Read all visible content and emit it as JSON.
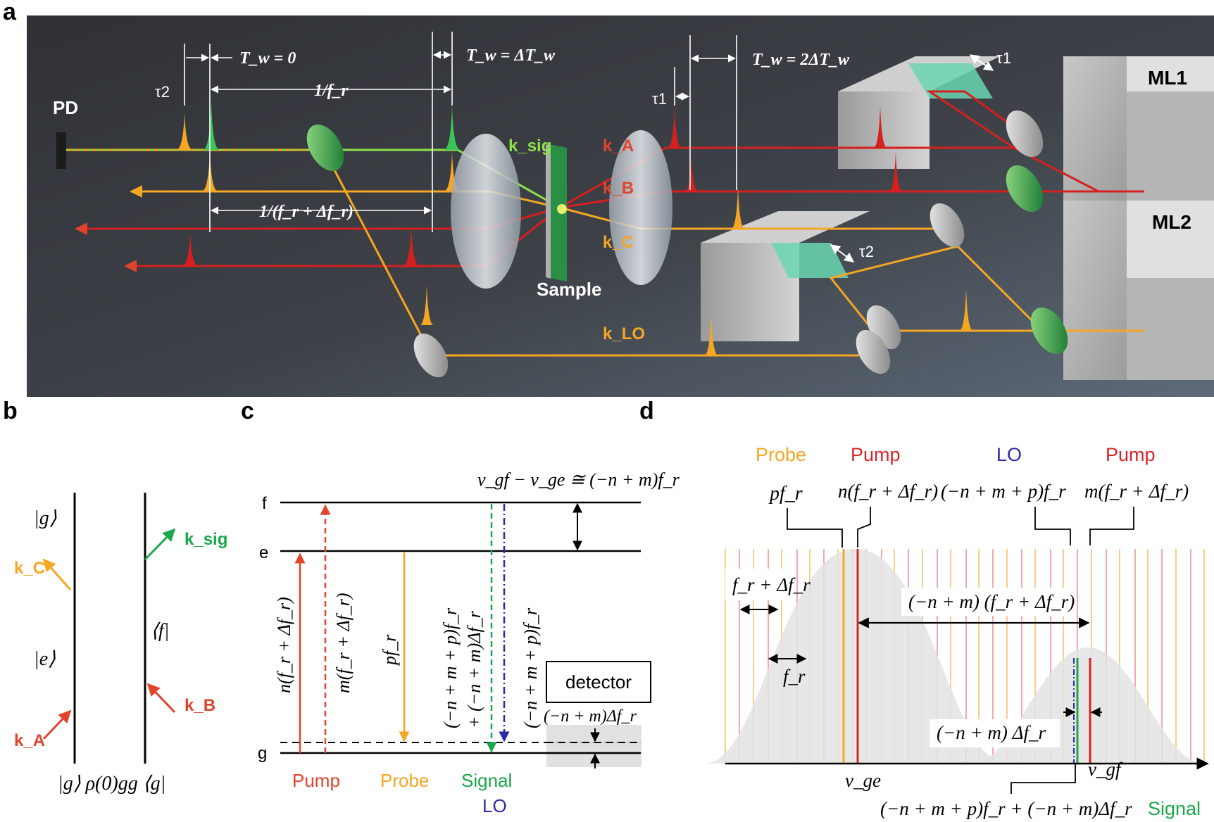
{
  "panels": {
    "a": "a",
    "b": "b",
    "c": "c",
    "d": "d"
  },
  "colors": {
    "red": "#e0442c",
    "orange": "#f5a623",
    "green": "#1aa84a",
    "blue": "#2a2aa8",
    "dark_red": "#b51c1c",
    "pump_red": "#d9252a",
    "grey_bg": "#3d4045"
  },
  "a": {
    "pd": "PD",
    "tw0": "T_w = 0",
    "tw1": "T_w = ΔT_w",
    "tw2": "T_w = 2ΔT_w",
    "tau2_left": "τ2",
    "tau1_left": "τ1",
    "inv_fr": "1/f_r",
    "inv_fr_dfr": "1/(f_r + Δf_r)",
    "ksig": "k_sig",
    "kA": "k_A",
    "kB": "k_B",
    "kC": "k_C",
    "kLO": "k_LO",
    "sample": "Sample",
    "ml1": "ML1",
    "ml2": "ML2",
    "tau1_stage": "τ1",
    "tau2_stage": "τ2"
  },
  "b": {
    "g_top": "|g⟩",
    "e_ket": "|e⟩",
    "f_bra": "⟨f|",
    "bottom": "|g⟩ ρ(0)gg ⟨g|",
    "kC": "k_C",
    "kA": "k_A",
    "ksig": "k_sig",
    "kB": "k_B"
  },
  "c": {
    "formula": "v_gf − v_ge ≅ (−n + m)f_r",
    "level_f": "f",
    "level_e": "e",
    "level_g": "g",
    "arrow1": "n(f_r + Δf_r)",
    "arrow2": "m(f_r + Δf_r)",
    "arrow3": "pf_r",
    "arrow4a": "(−n + m + p)f_r",
    "arrow4b": "+ (−n + m)Δf_r",
    "arrow5": "(−n + m + p)f_r",
    "detector": "detector",
    "det_offset": "(−n + m)Δf_r",
    "pump": "Pump",
    "probe": "Probe",
    "signal": "Signal",
    "lo": "LO"
  },
  "d": {
    "probe": "Probe",
    "pump1": "Pump",
    "lo": "LO",
    "pump2": "Pump",
    "pfr": "pf_r",
    "nfr": "n(f_r + Δf_r)",
    "lofr": "(−n + m + p)f_r",
    "mfr": "m(f_r + Δf_r)",
    "frdfr": "f_r + Δf_r",
    "fr": "f_r",
    "span": "(−n + m)  (f_r + Δf_r)",
    "delta": "(−n + m) Δf_r",
    "vge": "v_ge",
    "vgf": "v_gf",
    "bottom": "(−n + m + p)f_r + (−n + m)Δf_r",
    "signal": "Signal"
  }
}
